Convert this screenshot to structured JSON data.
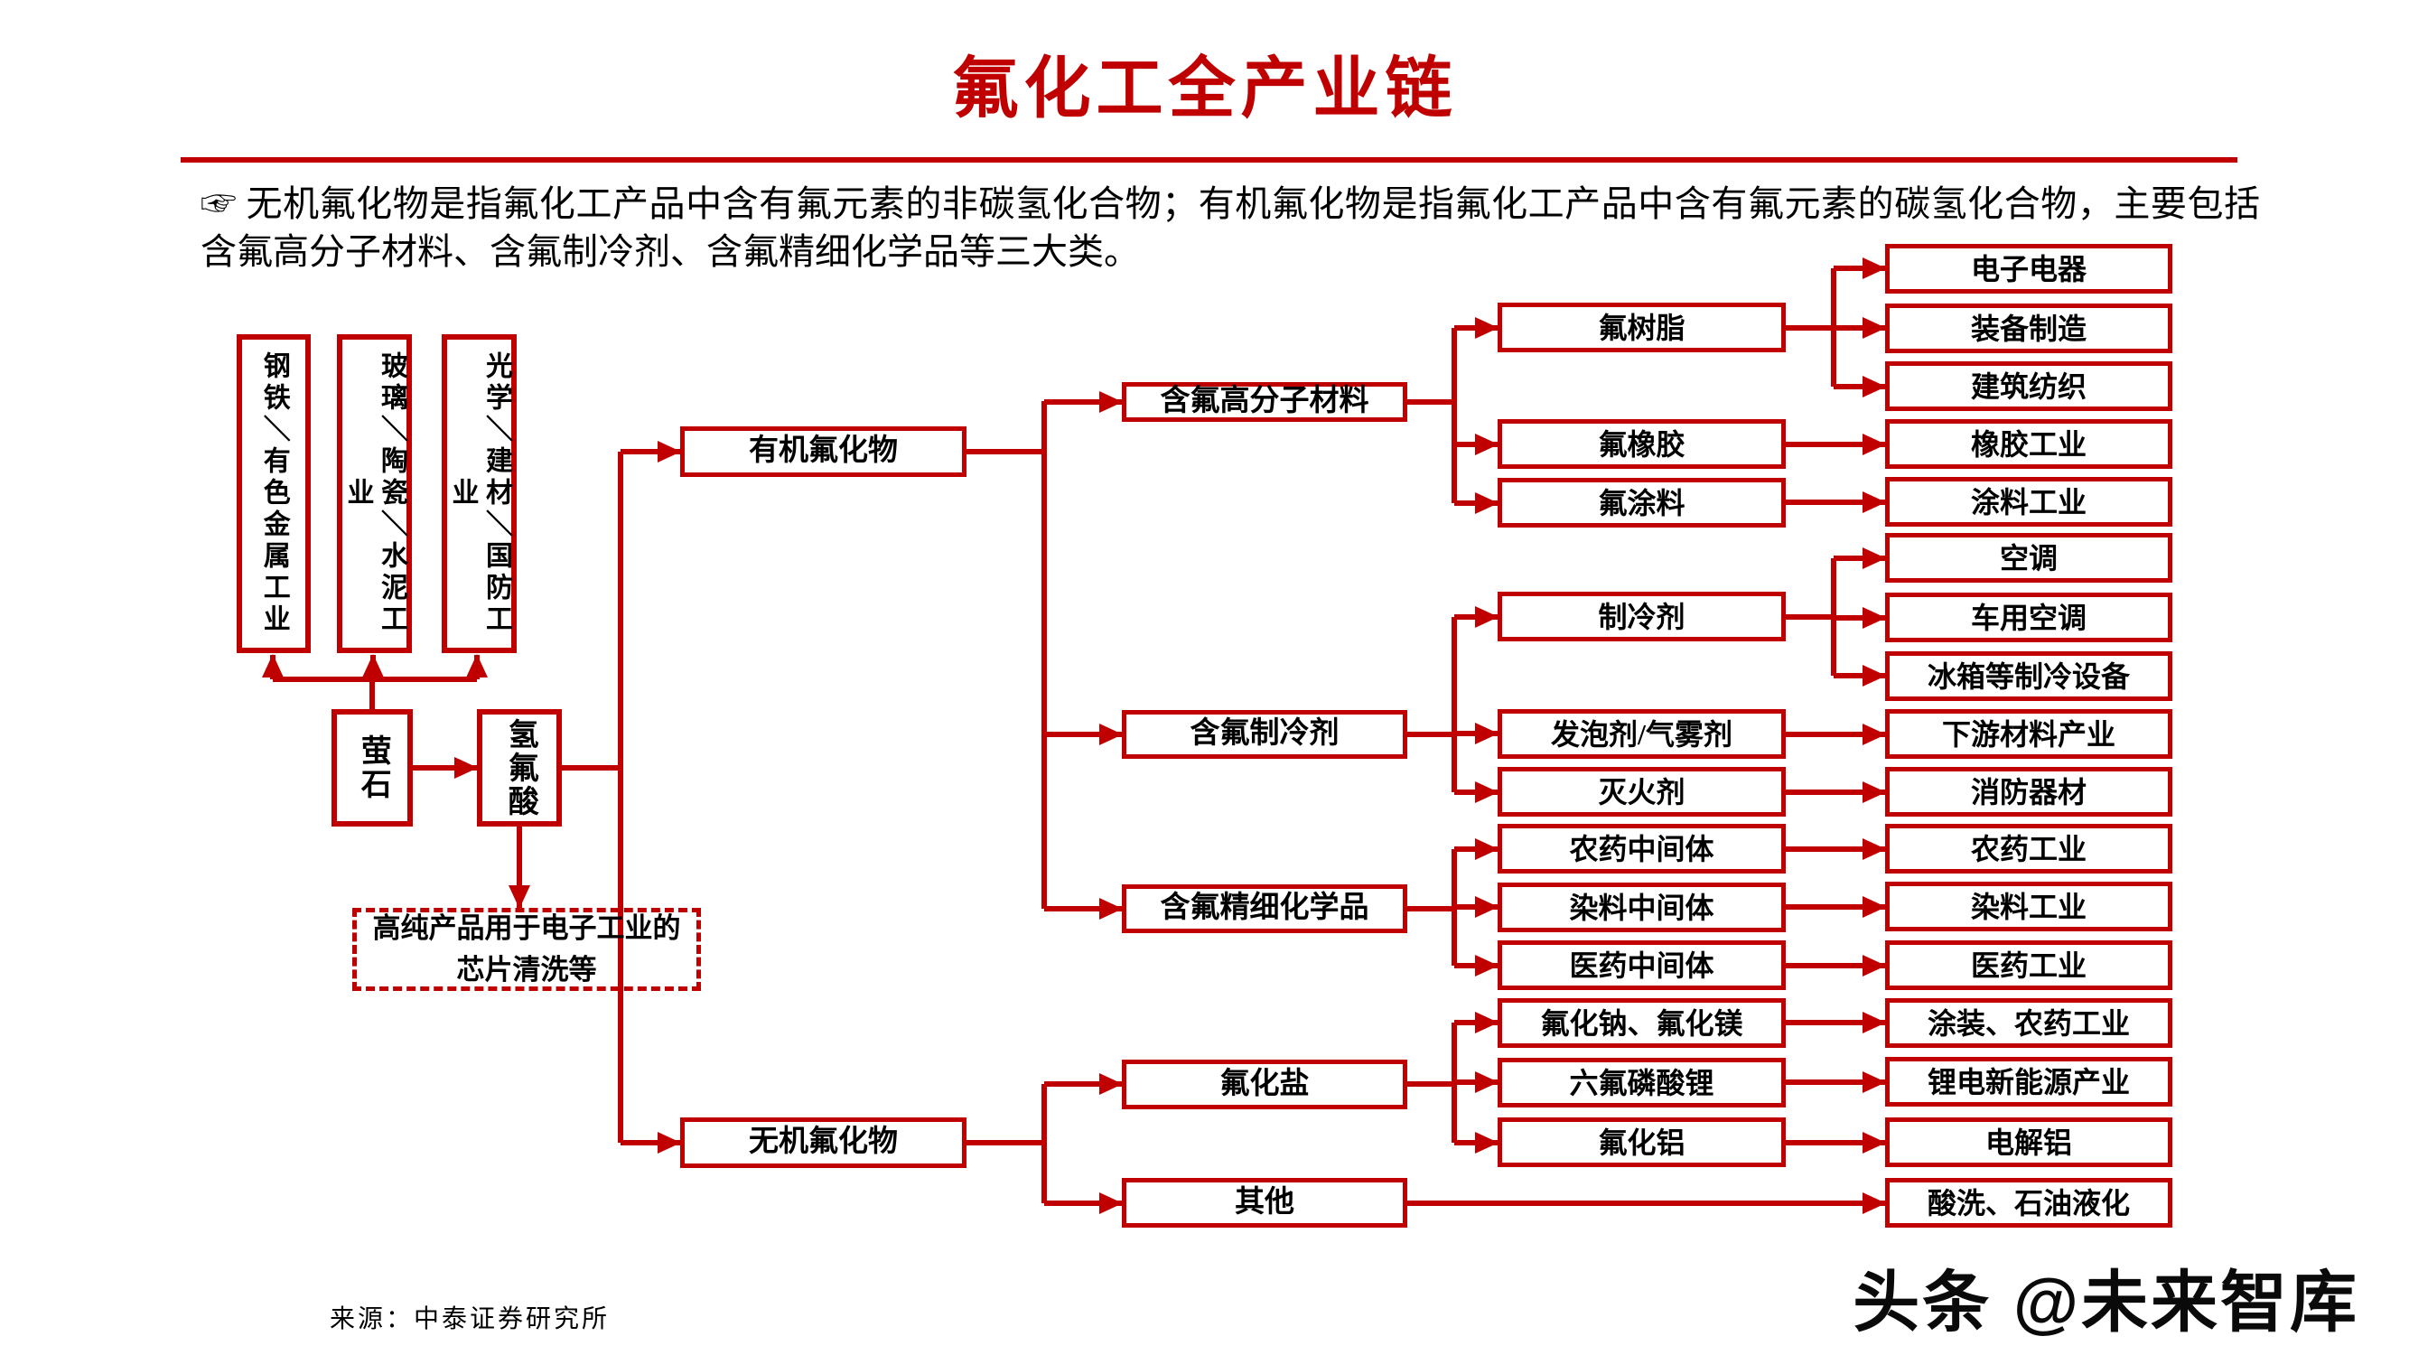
{
  "title": "氟化工全产业链",
  "intro": "☞ 无机氟化物是指氟化工产品中含有氟元素的非碳氢化合物；有机氟化物是指氟化工产品中含有氟元素的碳氢化合物，主要包括含氟高分子材料、含氟制冷剂、含氟精细化学品等三大类。",
  "source": "来源：中泰证券研究所",
  "watermark": "头条 @未来智库",
  "colors": {
    "accent": "#c00000",
    "text": "#000000",
    "background": "#ffffff"
  },
  "industries": [
    "钢铁＼有色金属工业",
    "玻璃＼陶瓷＼水泥工业",
    "光学＼建材＼国防工业"
  ],
  "nodes": {
    "fluorite": "萤石",
    "hf_acid": "氢氟酸",
    "high_purity": "高纯产品用于电子工业的芯片清洗等",
    "organic": "有机氟化物",
    "inorganic": "无机氟化物",
    "polymer": "含氟高分子材料",
    "refrigerant_cat": "含氟制冷剂",
    "fine_chem": "含氟精细化学品",
    "fluoride_salt": "氟化盐",
    "other": "其他",
    "resin": "氟树脂",
    "rubber": "氟橡胶",
    "coating": "氟涂料",
    "refrigerant": "制冷剂",
    "foaming": "发泡剂/气雾剂",
    "extinguishing": "灭火剂",
    "pesticide_int": "农药中间体",
    "dye_int": "染料中间体",
    "pharma_int": "医药中间体",
    "naf_mgf": "氟化钠、氟化镁",
    "lipf6": "六氟磷酸锂",
    "alf3": "氟化铝",
    "electronics": "电子电器",
    "equipment": "装备制造",
    "construction": "建筑纺织",
    "rubber_ind": "橡胶工业",
    "coating_ind": "涂料工业",
    "ac": "空调",
    "car_ac": "车用空调",
    "fridge": "冰箱等制冷设备",
    "downstream": "下游材料产业",
    "fire": "消防器材",
    "pesticide_ind": "农药工业",
    "dye_ind": "染料工业",
    "pharma_ind": "医药工业",
    "painting_ind": "涂装、农药工业",
    "libattery_ind": "锂电新能源产业",
    "aluminum_ind": "电解铝",
    "acid_wash": "酸洗、石油液化"
  }
}
